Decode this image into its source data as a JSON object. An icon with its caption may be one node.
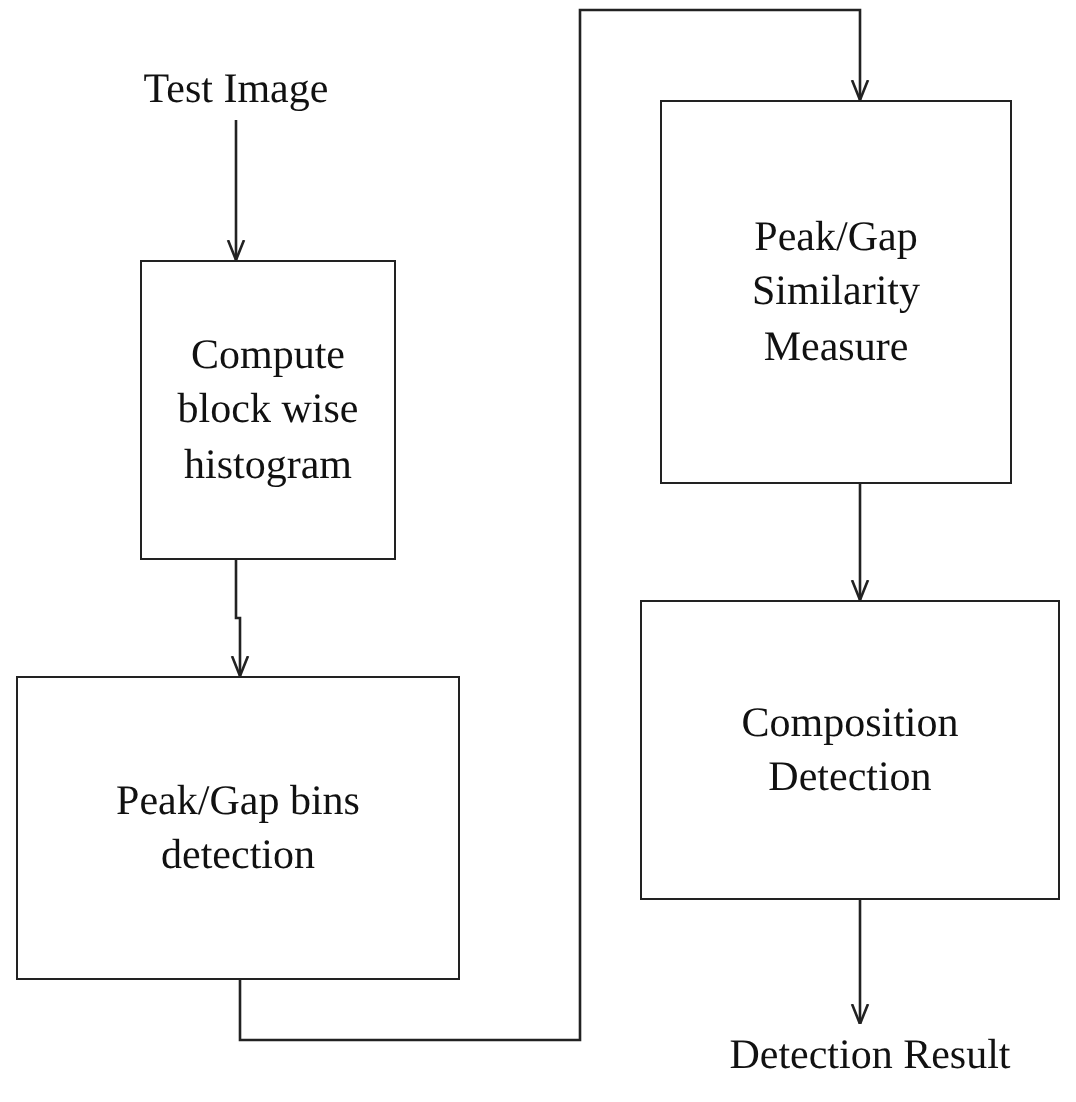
{
  "diagram": {
    "nodes": [
      {
        "text": [
          "Test Image"
        ]
      },
      {
        "text": [
          "Compute block wise histogram"
        ]
      },
      {
        "text": [
          "Peak/Gap bins detection"
        ]
      },
      {
        "text": [
          "Peak/Gap Similarity Measure"
        ]
      },
      {
        "text": [
          "Composition Detection"
        ]
      },
      {
        "text": [
          "Detection Result"
        ]
      }
    ],
    "edges": [
      {
        "from": 0,
        "to": 1,
        "arrow": "to"
      },
      {
        "from": 1,
        "to": 2,
        "arrow": "to"
      },
      {
        "from": 2,
        "to": 3,
        "arrow": "to"
      },
      {
        "from": 3,
        "to": 4,
        "arrow": "to"
      },
      {
        "from": 4,
        "to": 5,
        "arrow": "to"
      }
    ]
  }
}
